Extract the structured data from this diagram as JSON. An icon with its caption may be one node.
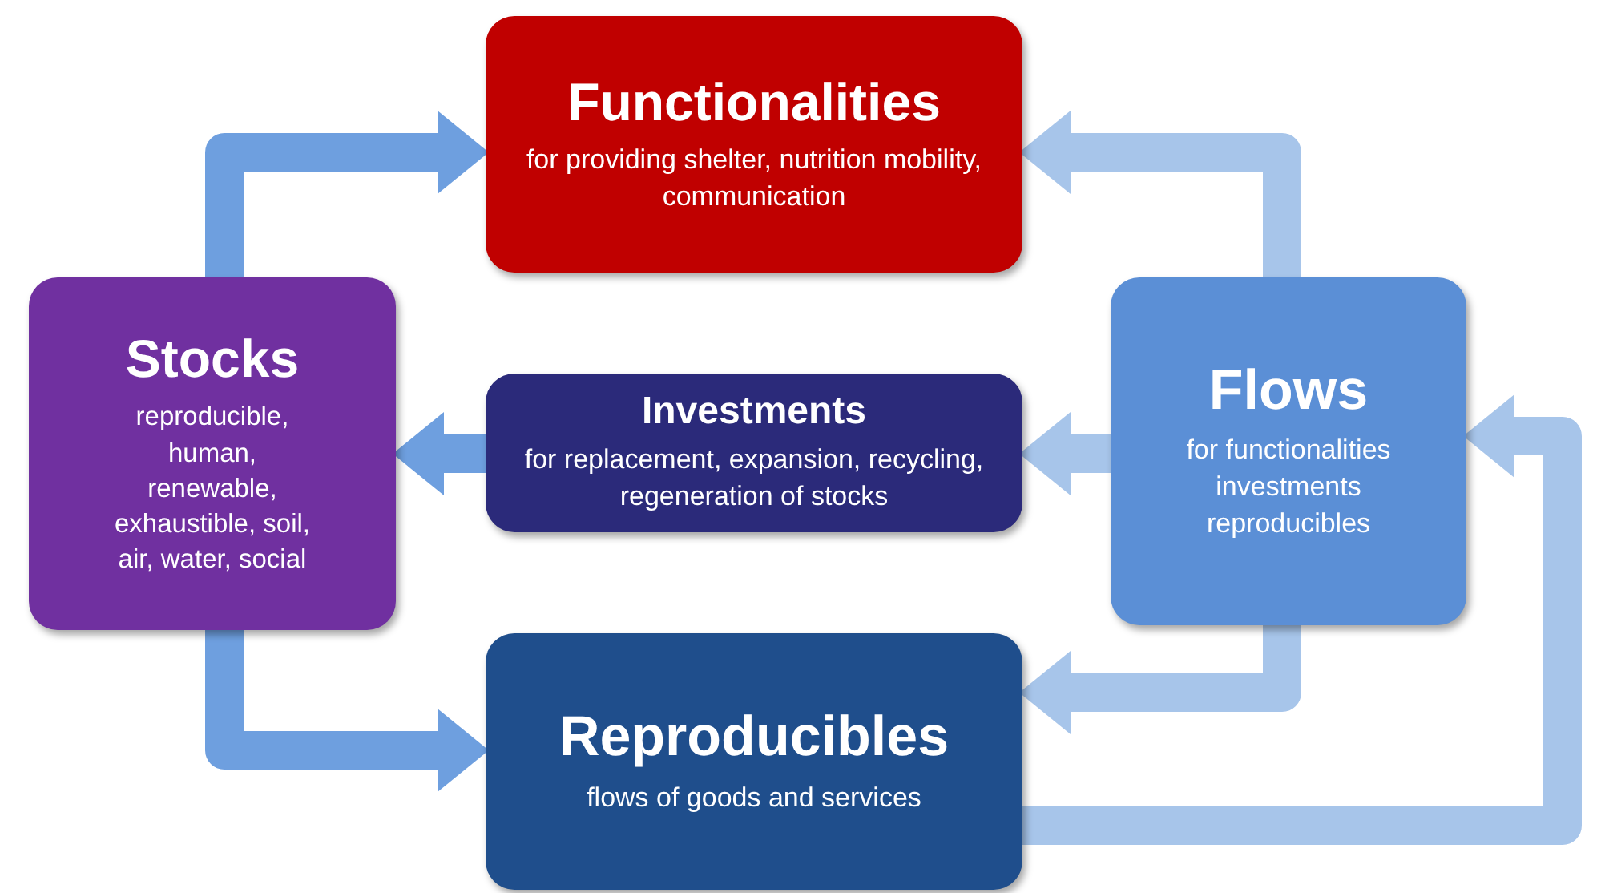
{
  "diagram": {
    "nodes": [
      {
        "text": [
          "Functionalities",
          "for providing shelter, nutrition mobility, communication"
        ]
      },
      {
        "text": [
          "Stocks",
          "reproducible, human, renewable, exhaustible, soil, air, water, social"
        ]
      },
      {
        "text": [
          "Investments",
          "for replacement, expansion, recycling, regeneration of stocks"
        ]
      },
      {
        "text": [
          "Flows",
          "for functionalities investments reproducibles"
        ]
      },
      {
        "text": [
          "Reproducibles",
          "flows of goods and services"
        ]
      }
    ],
    "edges": [
      {
        "from": 1,
        "to": 0,
        "arrow": "to",
        "color": "#6e9fdf"
      },
      {
        "from": 3,
        "to": 0,
        "arrow": "to"
      },
      {
        "from": 3,
        "to": 2,
        "arrow": "to"
      },
      {
        "from": 2,
        "to": 1,
        "arrow": "to",
        "color": "#6e9fdf"
      },
      {
        "from": 1,
        "to": 4,
        "arrow": "to",
        "color": "#6e9fdf"
      },
      {
        "from": 3,
        "to": 4,
        "arrow": "to"
      },
      {
        "from": 4,
        "to": 3,
        "arrow": "to"
      }
    ]
  }
}
